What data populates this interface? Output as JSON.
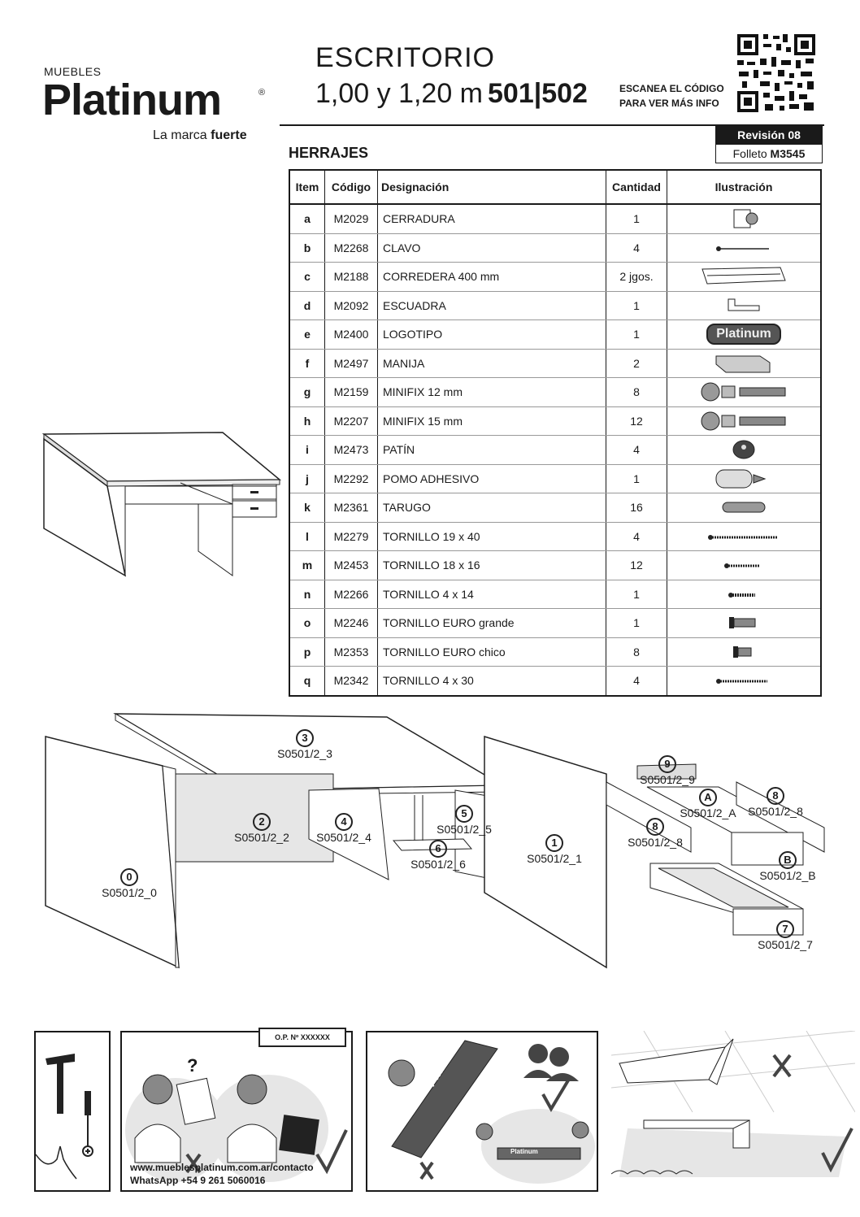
{
  "brand": {
    "small": "MUEBLES",
    "name": "Platinum",
    "reg": "®",
    "slogan_a": "La marca ",
    "slogan_b": "fuerte"
  },
  "header": {
    "title_line1": "ESCRITORIO",
    "title_line2": "1,00 y 1,20 m",
    "codes": "501|502",
    "scan_line1": "ESCANEA EL CÓDIGO",
    "scan_line2": "PARA VER MÁS INFO",
    "revision": "Revisión 08",
    "folleto_label": "Folleto ",
    "folleto_code": "M3545"
  },
  "section_title": "HERRAJES",
  "table": {
    "headers": [
      "Item",
      "Código",
      "Designación",
      "Cantidad",
      "Ilustración"
    ],
    "rows": [
      {
        "item": "a",
        "code": "M2029",
        "desig": "CERRADURA",
        "qty": "1"
      },
      {
        "item": "b",
        "code": "M2268",
        "desig": "CLAVO",
        "qty": "4"
      },
      {
        "item": "c",
        "code": "M2188",
        "desig": "CORREDERA 400 mm",
        "qty": "2 jgos."
      },
      {
        "item": "d",
        "code": "M2092",
        "desig": "ESCUADRA",
        "qty": "1"
      },
      {
        "item": "e",
        "code": "M2400",
        "desig": "LOGOTIPO",
        "qty": "1",
        "ill_text": "Platinum"
      },
      {
        "item": "f",
        "code": "M2497",
        "desig": "MANIJA",
        "qty": "2"
      },
      {
        "item": "g",
        "code": "M2159",
        "desig": "MINIFIX 12 mm",
        "qty": "8"
      },
      {
        "item": "h",
        "code": "M2207",
        "desig": "MINIFIX 15 mm",
        "qty": "12"
      },
      {
        "item": "i",
        "code": "M2473",
        "desig": "PATÍN",
        "qty": "4"
      },
      {
        "item": "j",
        "code": "M2292",
        "desig": "POMO ADHESIVO",
        "qty": "1"
      },
      {
        "item": "k",
        "code": "M2361",
        "desig": "TARUGO",
        "qty": "16"
      },
      {
        "item": "l",
        "code": "M2279",
        "desig": "TORNILLO  19 x 40",
        "qty": "4"
      },
      {
        "item": "m",
        "code": "M2453",
        "desig": "TORNILLO 18 x 16",
        "qty": "12"
      },
      {
        "item": "n",
        "code": "M2266",
        "desig": "TORNILLO 4 x 14",
        "qty": "1"
      },
      {
        "item": "o",
        "code": "M2246",
        "desig": "TORNILLO EURO grande",
        "qty": "1"
      },
      {
        "item": "p",
        "code": "M2353",
        "desig": "TORNILLO EURO chico",
        "qty": "8"
      },
      {
        "item": "q",
        "code": "M2342",
        "desig": "TORNILLO 4 x 30",
        "qty": "4"
      }
    ]
  },
  "parts": [
    {
      "num": "3",
      "code": "S0501/2_3"
    },
    {
      "num": "2",
      "code": "S0501/2_2"
    },
    {
      "num": "4",
      "code": "S0501/2_4"
    },
    {
      "num": "5",
      "code": "S0501/2_5"
    },
    {
      "num": "6",
      "code": "S0501/2_6"
    },
    {
      "num": "0",
      "code": "S0501/2_0"
    },
    {
      "num": "1",
      "code": "S0501/2_1"
    },
    {
      "num": "9",
      "code": "S0501/2_9"
    },
    {
      "num": "A",
      "code": "S0501/2_A"
    },
    {
      "num": "8",
      "code": "S0501/2_8"
    },
    {
      "num": "8",
      "code": "S0501/2_8"
    },
    {
      "num": "B",
      "code": "S0501/2_B"
    },
    {
      "num": "7",
      "code": "S0501/2_7"
    }
  ],
  "footer": {
    "op_label": "O.P. Nº XXXXXX",
    "contact_url": "www.mueblesplatinum.com.ar/contacto",
    "contact_whatsapp": "WhatsApp +54 9 261 5060016",
    "box_logo": "Platinum",
    "small_box_logo": "Platinum",
    "question_mark": "?"
  }
}
